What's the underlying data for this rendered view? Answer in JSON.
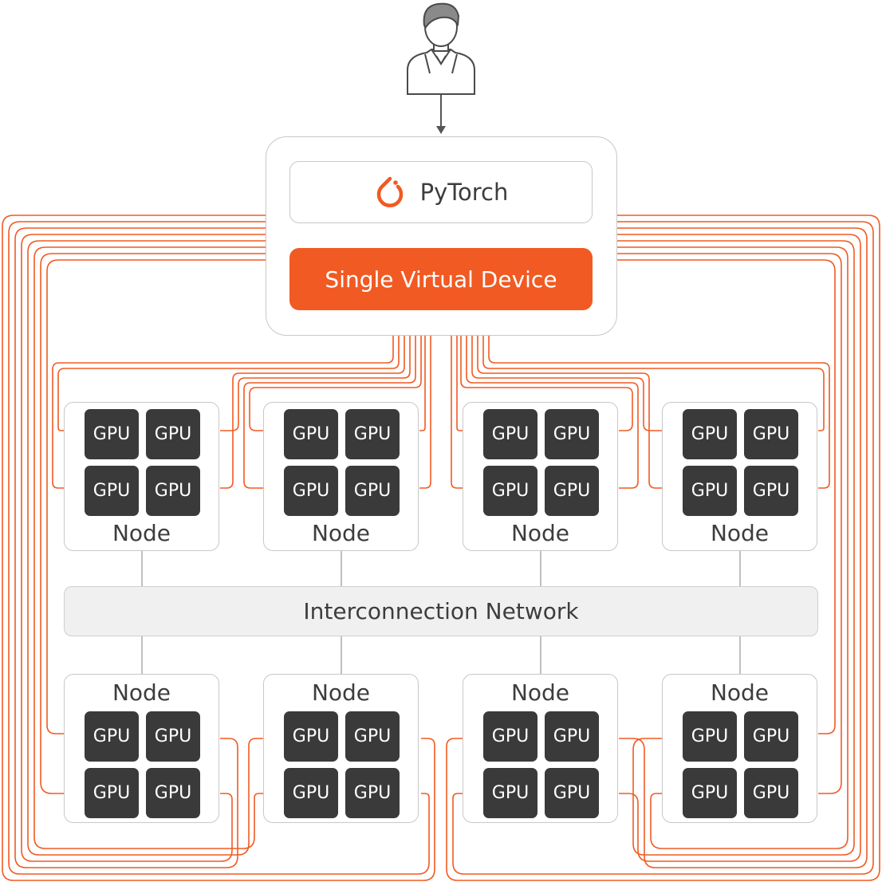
{
  "pytorch": {
    "label": "PyTorch"
  },
  "virtual_device": {
    "label": "Single Virtual Device"
  },
  "network": {
    "label": "Interconnection Network"
  },
  "node_label": "Node",
  "gpu_label": "GPU",
  "colors": {
    "accent": "#f15a22",
    "gpu": "#3a3a3a",
    "border": "#c8c8c8",
    "network": "#f0f0f0"
  },
  "icons": [
    "user-icon",
    "pytorch-logo-icon"
  ]
}
